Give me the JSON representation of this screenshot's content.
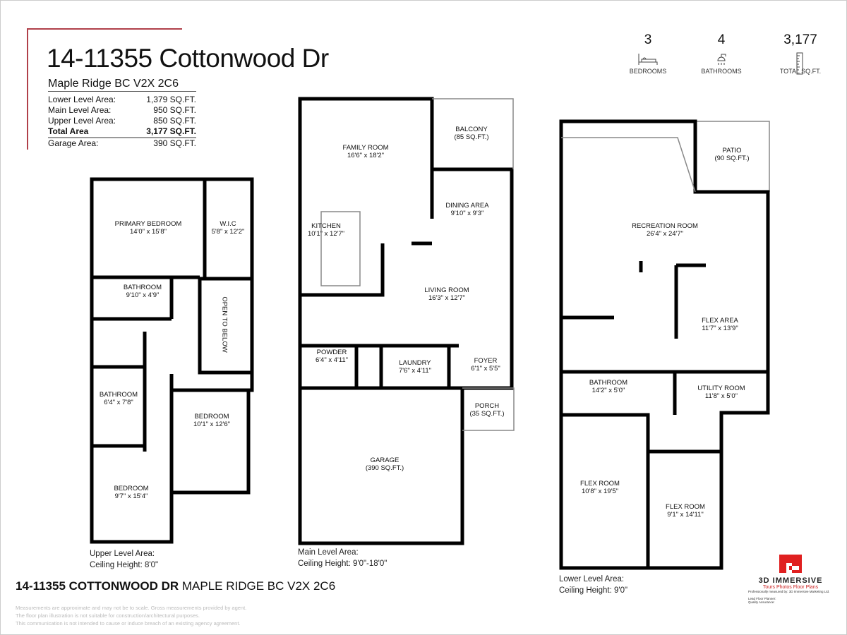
{
  "header": {
    "title": "14-11355 Cottonwood Dr",
    "subtitle": "Maple Ridge BC V2X 2C6",
    "areas": [
      {
        "label": "Lower Level Area:",
        "value": "1,379 SQ.FT."
      },
      {
        "label": "Main Level Area:",
        "value": "950 SQ.FT."
      },
      {
        "label": "Upper Level Area:",
        "value": "850 SQ.FT."
      }
    ],
    "total": {
      "label": "Total Area",
      "value": "3,177 SQ.FT."
    },
    "garage": {
      "label": "Garage Area:",
      "value": "390 SQ.FT."
    }
  },
  "stats": [
    {
      "value": "3",
      "label": "BEDROOMS",
      "icon": "bed-icon"
    },
    {
      "value": "4",
      "label": "BATHROOMS",
      "icon": "shower-icon"
    },
    {
      "value": "3,177",
      "label": "TOTAL SQ.FT.",
      "icon": "ruler-icon"
    }
  ],
  "upper": {
    "rooms": [
      {
        "name": "PRIMARY BEDROOM",
        "dim": "14'0\" x 15'8\""
      },
      {
        "name": "W.I.C",
        "dim": "5'8\" x 12'2\""
      },
      {
        "name": "BATHROOM",
        "dim": "9'10\" x 4'9\""
      },
      {
        "name": "OPEN TO BELOW",
        "dim": ""
      },
      {
        "name": "BATHROOM",
        "dim": "6'4\" x 7'8\""
      },
      {
        "name": "BEDROOM",
        "dim": "10'1\" x 12'6\""
      },
      {
        "name": "BEDROOM",
        "dim": "9'7\" x 15'4\""
      }
    ],
    "area_label": "Upper Level Area:",
    "ceiling": "Ceiling Height: 8'0\""
  },
  "main": {
    "rooms": [
      {
        "name": "FAMILY ROOM",
        "dim": "16'6\" x 18'2\""
      },
      {
        "name": "BALCONY",
        "dim": "(85 SQ.FT.)"
      },
      {
        "name": "DINING AREA",
        "dim": "9'10\" x 9'3\""
      },
      {
        "name": "KITCHEN",
        "dim": "10'1\" x 12'7\""
      },
      {
        "name": "LIVING ROOM",
        "dim": "16'3\" x 12'7\""
      },
      {
        "name": "POWDER",
        "dim": "6'4\" x 4'11\""
      },
      {
        "name": "LAUNDRY",
        "dim": "7'6\" x 4'11\""
      },
      {
        "name": "FOYER",
        "dim": "6'1\" x 5'5\""
      },
      {
        "name": "PORCH",
        "dim": "(35 SQ.FT.)"
      },
      {
        "name": "GARAGE",
        "dim": "(390 SQ.FT.)"
      }
    ],
    "area_label": "Main Level Area:",
    "ceiling": "Ceiling Height: 9'0\"-18'0\""
  },
  "lower": {
    "rooms": [
      {
        "name": "PATIO",
        "dim": "(90 SQ.FT.)"
      },
      {
        "name": "RECREATION ROOM",
        "dim": "26'4\" x 24'7\""
      },
      {
        "name": "FLEX AREA",
        "dim": "11'7\" x 13'9\""
      },
      {
        "name": "BATHROOM",
        "dim": "14'2\" x 5'0\""
      },
      {
        "name": "UTILITY ROOM",
        "dim": "11'8\" x 5'0\""
      },
      {
        "name": "FLEX ROOM",
        "dim": "10'8\" x 19'5\""
      },
      {
        "name": "FLEX ROOM",
        "dim": "9'1\" x 14'11\""
      }
    ],
    "area_label": "Lower Level Area:",
    "ceiling": "Ceiling Height: 9'0\""
  },
  "footer": {
    "address_bold": "14-11355 COTTONWOOD DR",
    "address_rest": " MAPLE RIDGE BC V2X 2C6",
    "disclaimer": [
      "Measurements are approximate and may not be to scale. Gross measurements provided by agent.",
      "The floor plan illustration is not suitable for construction/architectural purposes.",
      "This communication is not intended to cause or induce breach of an existing agency agreement."
    ]
  },
  "logo": {
    "name": "3D IMMERSIVE",
    "tagline": "Tours  Photos  Floor Plans",
    "measured": "Professionally measured by: 3D Immersive Marketing Ltd.",
    "planner_label": "Lead Floor Planner:",
    "qa_label": "Quality Assurance:",
    "color": "#e02020"
  }
}
